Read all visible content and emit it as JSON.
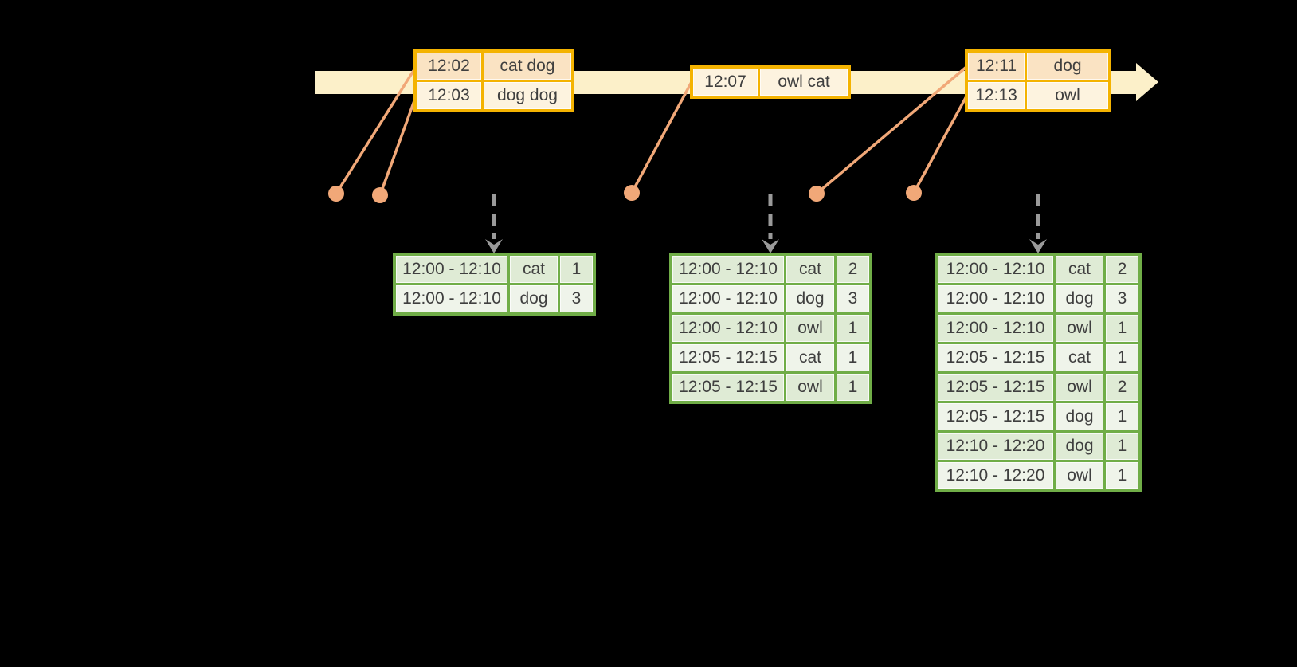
{
  "palette": {
    "background": "#000000",
    "timeline_fill": "#FCF0C9",
    "event_border": "#F4B301",
    "event_row_dark": "#FAE3C3",
    "event_row_light": "#FDF3DF",
    "connector": "#F1A878",
    "dashed_arrow": "#9A9A9A",
    "result_border": "#70AD47",
    "result_row_dark": "#DFEBD5",
    "result_row_light": "#EFF4EA",
    "text": "#3F3F3F"
  },
  "event_tables": [
    {
      "name": "input-events-12-02",
      "rows": [
        [
          "12:02",
          "cat dog"
        ],
        [
          "12:03",
          "dog dog"
        ]
      ]
    },
    {
      "name": "input-events-12-07",
      "rows": [
        [
          "12:07",
          "owl cat"
        ]
      ]
    },
    {
      "name": "input-events-12-11",
      "rows": [
        [
          "12:11",
          "dog"
        ],
        [
          "12:13",
          "owl"
        ]
      ]
    }
  ],
  "result_tables": [
    {
      "name": "result-table-trigger-1",
      "rows": [
        [
          "12:00 - 12:10",
          "cat",
          "1"
        ],
        [
          "12:00 - 12:10",
          "dog",
          "3"
        ]
      ]
    },
    {
      "name": "result-table-trigger-2",
      "rows": [
        [
          "12:00 - 12:10",
          "cat",
          "2"
        ],
        [
          "12:00 - 12:10",
          "dog",
          "3"
        ],
        [
          "12:00 - 12:10",
          "owl",
          "1"
        ],
        [
          "12:05 - 12:15",
          "cat",
          "1"
        ],
        [
          "12:05 - 12:15",
          "owl",
          "1"
        ]
      ]
    },
    {
      "name": "result-table-trigger-3",
      "rows": [
        [
          "12:00 - 12:10",
          "cat",
          "2"
        ],
        [
          "12:00 - 12:10",
          "dog",
          "3"
        ],
        [
          "12:00 - 12:10",
          "owl",
          "1"
        ],
        [
          "12:05 - 12:15",
          "cat",
          "1"
        ],
        [
          "12:05 - 12:15",
          "owl",
          "2"
        ],
        [
          "12:05 - 12:15",
          "dog",
          "1"
        ],
        [
          "12:10 - 12:20",
          "dog",
          "1"
        ],
        [
          "12:10 - 12:20",
          "owl",
          "1"
        ]
      ]
    }
  ]
}
